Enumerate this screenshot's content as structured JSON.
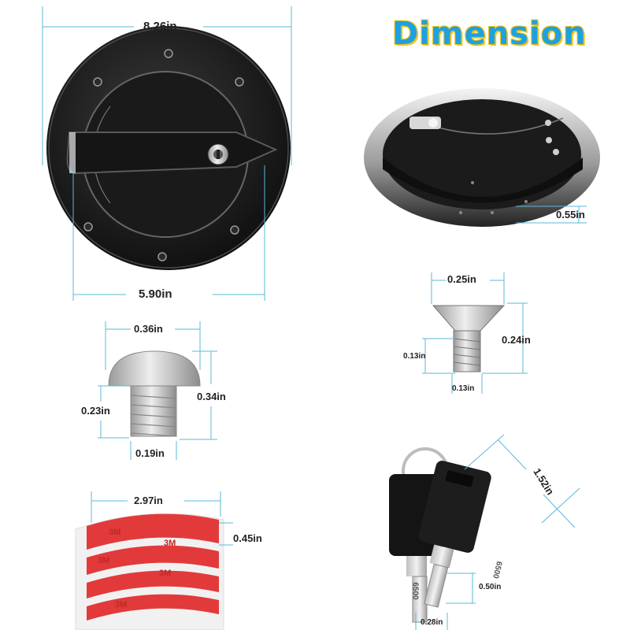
{
  "title": "Dimension",
  "colors": {
    "accent": "#1da1e0",
    "title_outline": "#f2c21a",
    "tape_red": "#e23a3a",
    "dimension_line": "#5ab8d8"
  },
  "panels": {
    "fuel_door_front": {
      "width_label": "8.26in",
      "inner_label": "5.90in"
    },
    "fuel_door_side": {
      "thickness_label": "0.55in"
    },
    "countersunk_screw": {
      "head_label": "0.25in",
      "length_label": "0.24in",
      "thread_len_label": "0.13in",
      "thread_dia_label": "0.13in"
    },
    "button_screw": {
      "head_label": "0.36in",
      "length_label": "0.34in",
      "thread_len_label": "0.23in",
      "thread_dia_label": "0.19in"
    },
    "tape_strips": {
      "length_label": "2.97in",
      "width_label": "0.45in",
      "brand": "3M"
    },
    "keys": {
      "length_label": "1.52in",
      "blade_label": "0.50in",
      "tip_label": "0.28in",
      "key_code_1": "6500",
      "key_code_2": "6500"
    }
  }
}
